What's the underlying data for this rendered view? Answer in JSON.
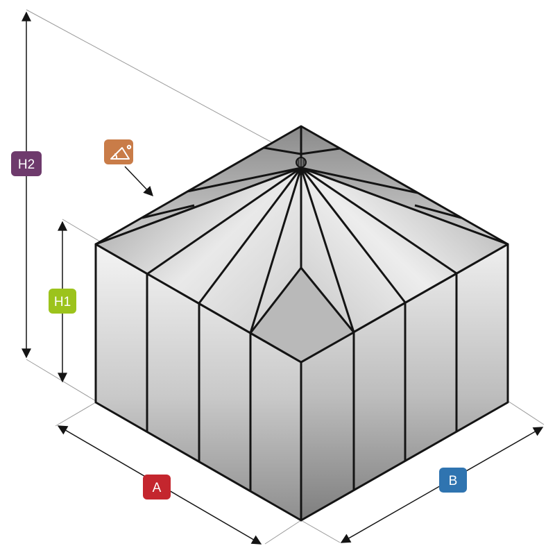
{
  "labels": {
    "h2": "H2",
    "h1": "H1",
    "a": "A",
    "b": "B"
  },
  "icons": {
    "roof_angle": "roof-angle-icon"
  },
  "colors": {
    "h2_badge": "#6e3a6c",
    "h1_badge": "#9cc31c",
    "a_badge": "#c4262e",
    "b_badge": "#2f74b0",
    "angle_badge": "#c97c48",
    "outline": "#141414"
  }
}
